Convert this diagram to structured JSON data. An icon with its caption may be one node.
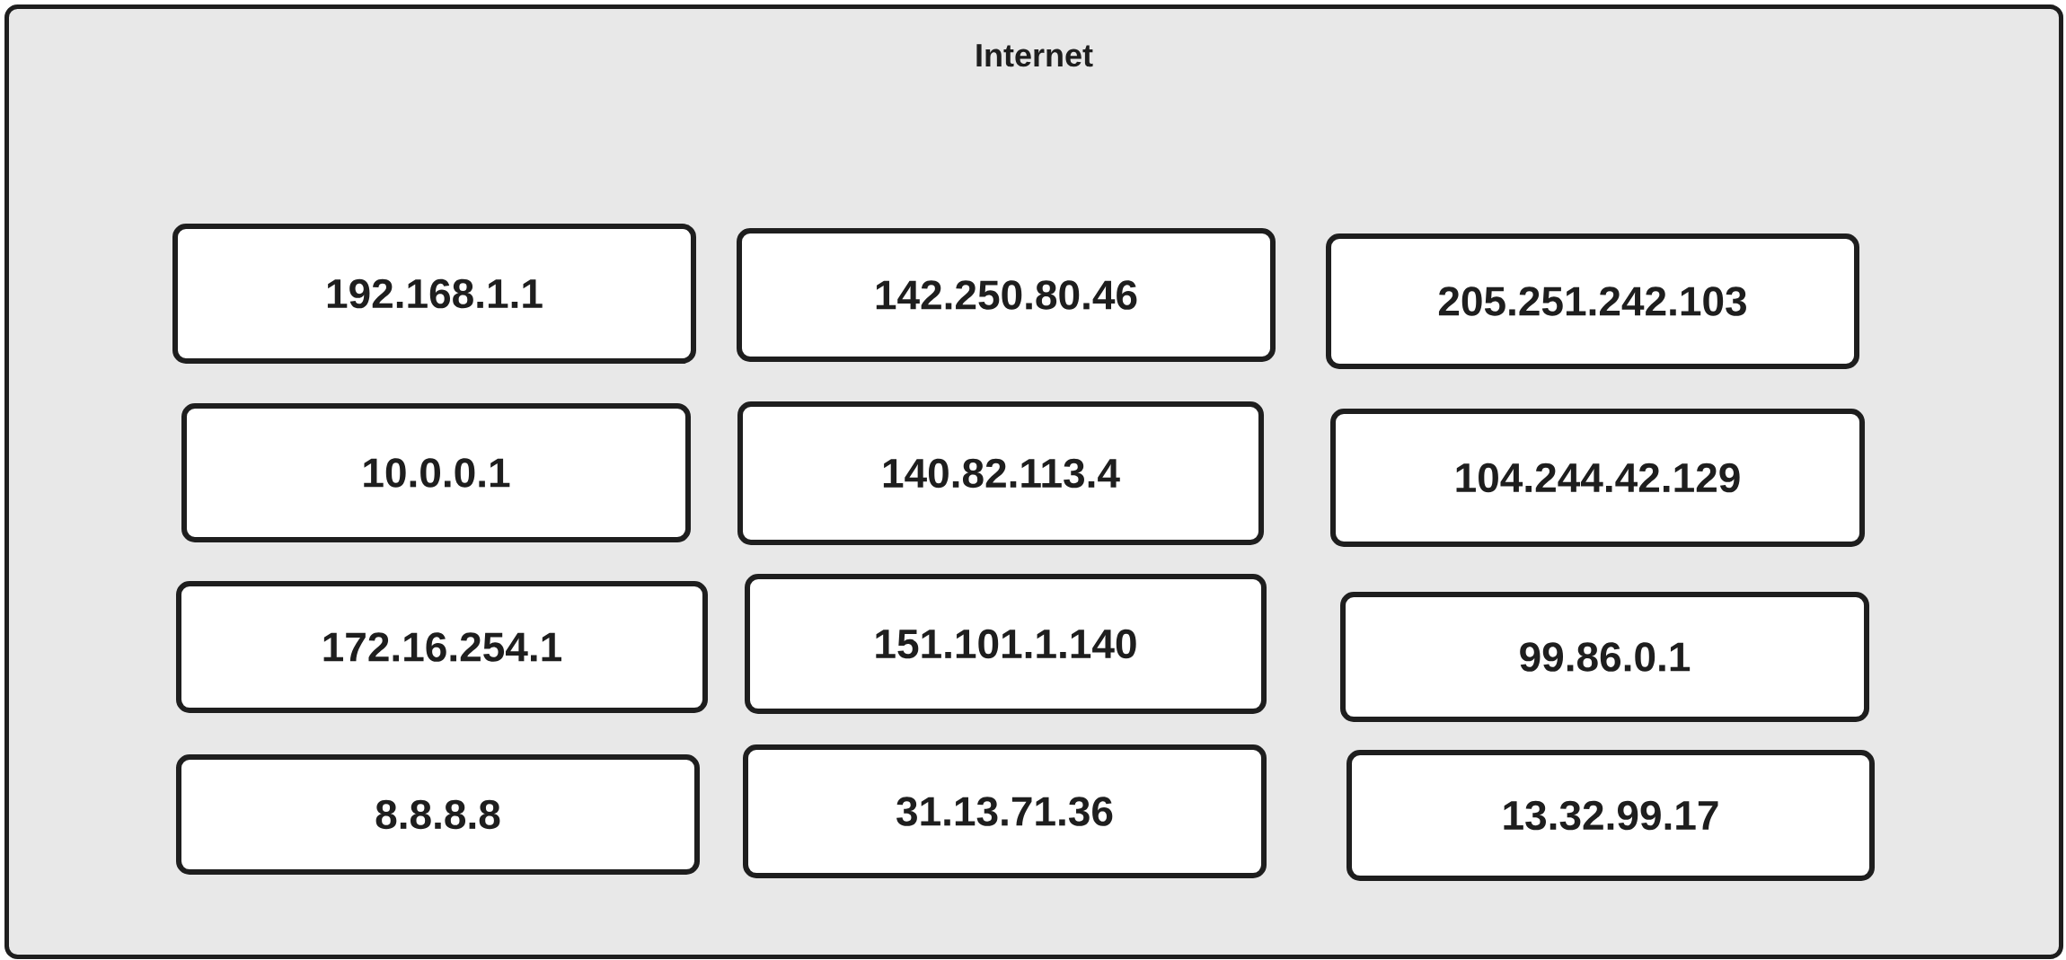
{
  "diagram": {
    "nodes": [
      {
        "text": [
          "Internet"
        ]
      },
      {
        "text": [
          "192.168.1.1"
        ],
        "in": 0
      },
      {
        "text": [
          "142.250.80.46"
        ],
        "in": 0
      },
      {
        "text": [
          "205.251.242.103"
        ],
        "in": 0
      },
      {
        "text": [
          "10.0.0.1"
        ],
        "in": 0
      },
      {
        "text": [
          "140.82.113.4"
        ],
        "in": 0
      },
      {
        "text": [
          "104.244.42.129"
        ],
        "in": 0
      },
      {
        "text": [
          "172.16.254.1"
        ],
        "in": 0
      },
      {
        "text": [
          "151.101.1.140"
        ],
        "in": 0
      },
      {
        "text": [
          "99.86.0.1"
        ],
        "in": 0
      },
      {
        "text": [
          "8.8.8.8"
        ],
        "in": 0
      },
      {
        "text": [
          "31.13.71.36"
        ],
        "in": 0
      },
      {
        "text": [
          "13.32.99.17"
        ],
        "in": 0
      }
    ]
  }
}
